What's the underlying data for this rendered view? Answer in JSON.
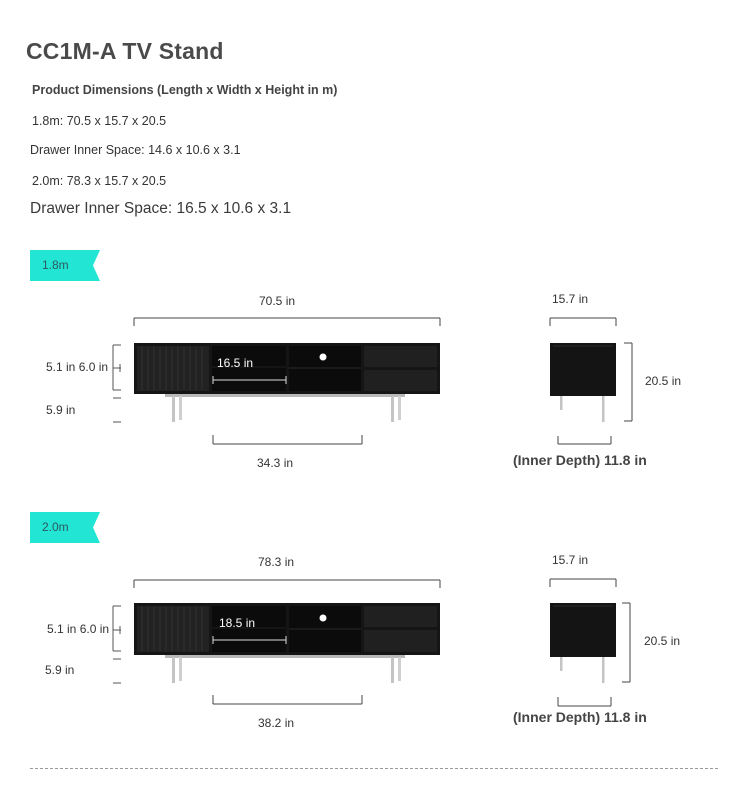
{
  "title": "CC1M-A TV Stand",
  "specs": {
    "header": "Product Dimensions (Length x Width x Height in m)",
    "size_18": "1.8m: 70.5 x 15.7 x 20.5",
    "drawer_18": "Drawer Inner Space: 14.6 x 10.6 x 3.1",
    "size_20": "2.0m: 78.3 x 15.7 x 20.5",
    "drawer_20": "Drawer Inner Space: 16.5 x 10.6 x 3.1"
  },
  "sections": [
    {
      "badge": "1.8m",
      "length": "70.5 in",
      "height_pair": "5.1 in 6.0 in",
      "leg_height": "5.9 in",
      "compartment": "16.5 in",
      "leg_span": "34.3 in",
      "depth": "15.7 in",
      "total_height": "20.5 in",
      "inner_depth": "(Inner Depth) 11.8 in"
    },
    {
      "badge": "2.0m",
      "length": "78.3 in",
      "height_pair": "5.1 in 6.0 in",
      "leg_height": "5.9 in",
      "compartment": "18.5 in",
      "leg_span": "38.2 in",
      "depth": "15.7 in",
      "total_height": "20.5 in",
      "inner_depth": "(Inner Depth) 11.8 in"
    }
  ]
}
